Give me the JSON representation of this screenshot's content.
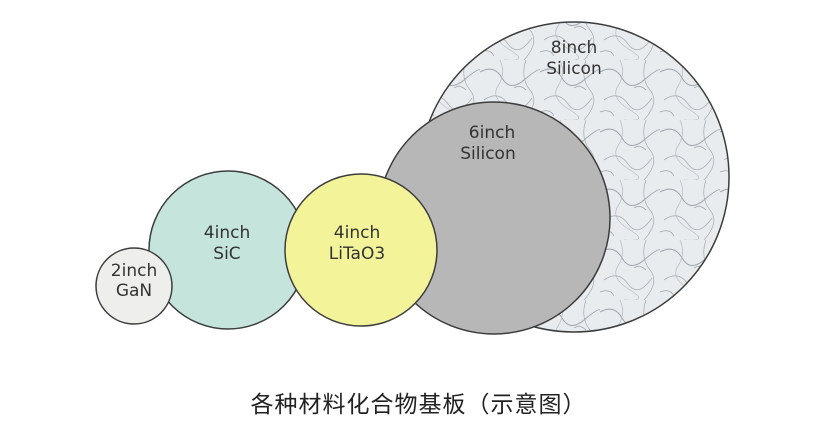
{
  "wafers": {
    "silicon_8": {
      "size": "8inch",
      "material": "Silicon"
    },
    "silicon_6": {
      "size": "6inch",
      "material": "Silicon"
    },
    "litao3_4": {
      "size": "4inch",
      "material": "LiTaO3"
    },
    "sic_4": {
      "size": "4inch",
      "material": "SiC"
    },
    "gan_2": {
      "size": "2inch",
      "material": "GaN"
    }
  },
  "caption": "各种材料化合物基板（示意图）",
  "colors": {
    "silicon_8_fill": "#e9ecef",
    "silicon_6_fill": "#b7b7b7",
    "litao3_fill": "#f3f39a",
    "sic_fill": "#c4e4dc",
    "gan_fill": "#eeeeec",
    "outline": "#3c3c3c"
  }
}
